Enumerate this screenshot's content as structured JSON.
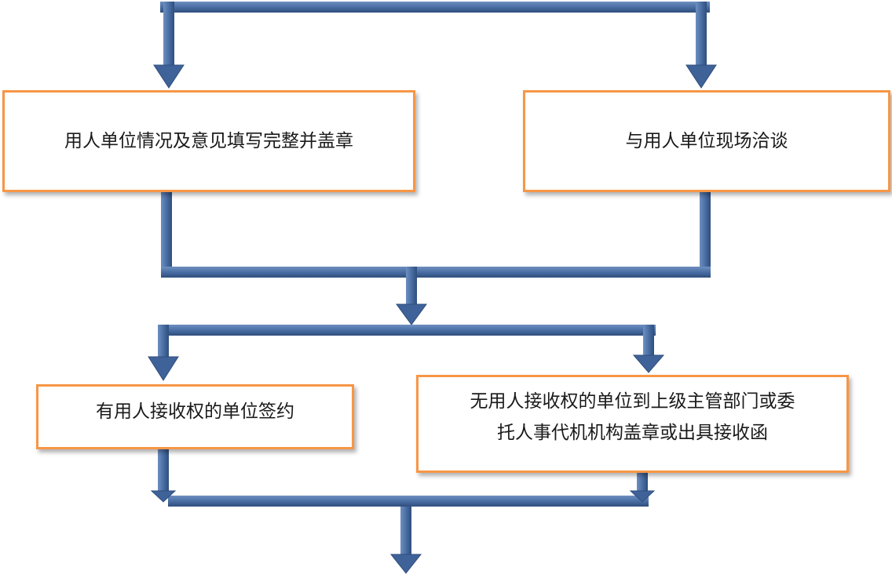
{
  "diagram": {
    "boxes": {
      "unit_info": {
        "text": "用人单位情况及意见填写完整并盖章"
      },
      "onsite_talk": {
        "text": "与用人单位现场洽谈"
      },
      "sign_with_unit": {
        "text": "有用人接收权的单位签约"
      },
      "no_right_unit": {
        "line1": "无用人接收权的单位到上级主管部门或委",
        "line2": "托人事代机机构盖章或出具接收函"
      }
    },
    "colors": {
      "connector": "#4a6fa5",
      "connector_edge": "#2f4e7c",
      "box_border": "#f79646",
      "text": "#1a1a1a"
    }
  }
}
